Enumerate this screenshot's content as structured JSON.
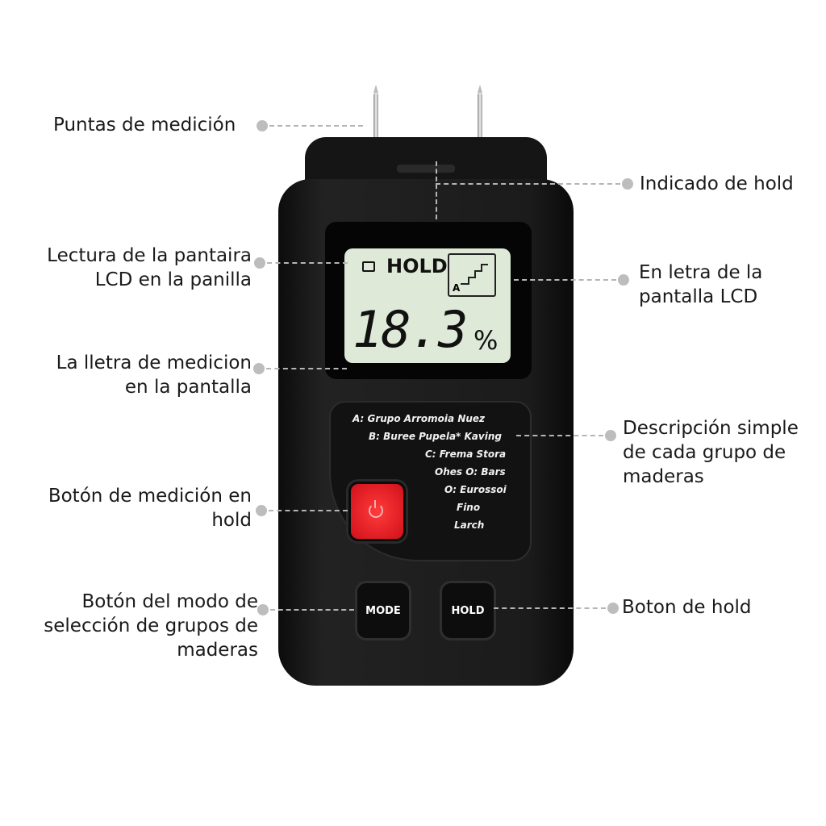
{
  "device": {
    "lcd": {
      "hold_indicator": "HOLD",
      "graph_letter": "A",
      "reading": "18.3",
      "unit": "%"
    },
    "wood_groups": [
      "A: Grupo Arromoia Nuez",
      "B: Buree Pupela* Kaving",
      "C: Frema Stora",
      "Ohes O: Bars",
      "O: Eurossoi",
      "Fino",
      "Larch"
    ],
    "buttons": {
      "mode": "MODE",
      "hold": "HOLD"
    }
  },
  "labels": {
    "probes": "Puntas de medición",
    "hold_indicator": "Indicado de hold",
    "lcd_reading_1": "Lectura de la pantaira",
    "lcd_reading_2": "LCD en la panilla",
    "lcd_letter_1": "En letra de la",
    "lcd_letter_2": "pantalla LCD",
    "measure_letter_1": "La lletra de medicion",
    "measure_letter_2": "en la pantalla",
    "description_1": "Descripción  simple",
    "description_2": "de cada grupo de",
    "description_3": "maderas",
    "hold_measure_1": "Botón de medición en",
    "hold_measure_2": "hold",
    "mode_1": "Botón del modo de",
    "mode_2": "selección de grupos de",
    "mode_3": "maderas",
    "hold_button": "Boton de hold"
  }
}
